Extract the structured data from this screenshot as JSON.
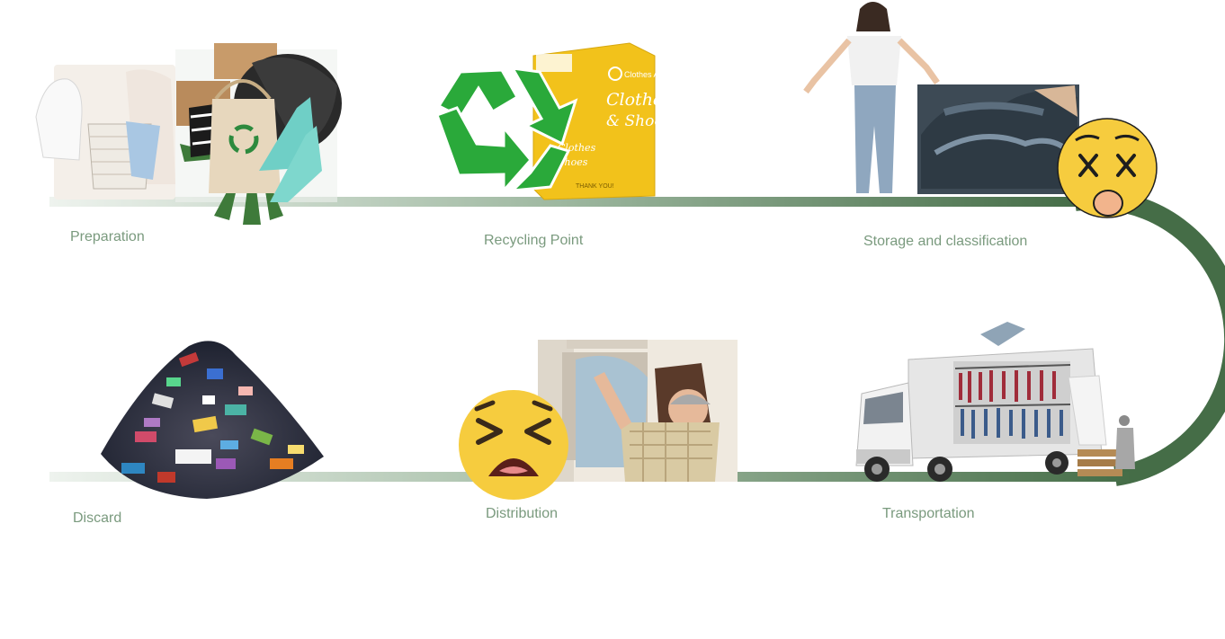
{
  "steps": [
    {
      "label": "Preparation",
      "image": "laundry-basket-and-tote-bag-collage"
    },
    {
      "label": "Recycling Point",
      "image": "clothes-recycling-bin"
    },
    {
      "label": "Storage and classification",
      "image": "woman-and-clothes-pile"
    },
    {
      "label": "Transportation",
      "image": "clothing-truck"
    },
    {
      "label": "Distribution",
      "image": "man-sorting-shelves"
    },
    {
      "label": "Discard",
      "image": "textile-waste-pile"
    }
  ],
  "bin_text": {
    "brand": "Clothes Aid",
    "title_line1": "Clothes",
    "title_line2": "& Shoes",
    "side_line1": "Clothes",
    "side_line2": "Shoes",
    "footer": "THANK YOU!"
  },
  "emojis": [
    {
      "name": "dizzy-face-emoji",
      "step": "Storage and classification"
    },
    {
      "name": "tired-face-emoji",
      "step": "Distribution"
    }
  ],
  "colors": {
    "path_dark": "#456d47",
    "path_light": "#d6e3d7",
    "label": "#7a9a7e",
    "emoji": "#f6cc3e",
    "recycle": "#2aa93a",
    "bin": "#f2c21b"
  }
}
